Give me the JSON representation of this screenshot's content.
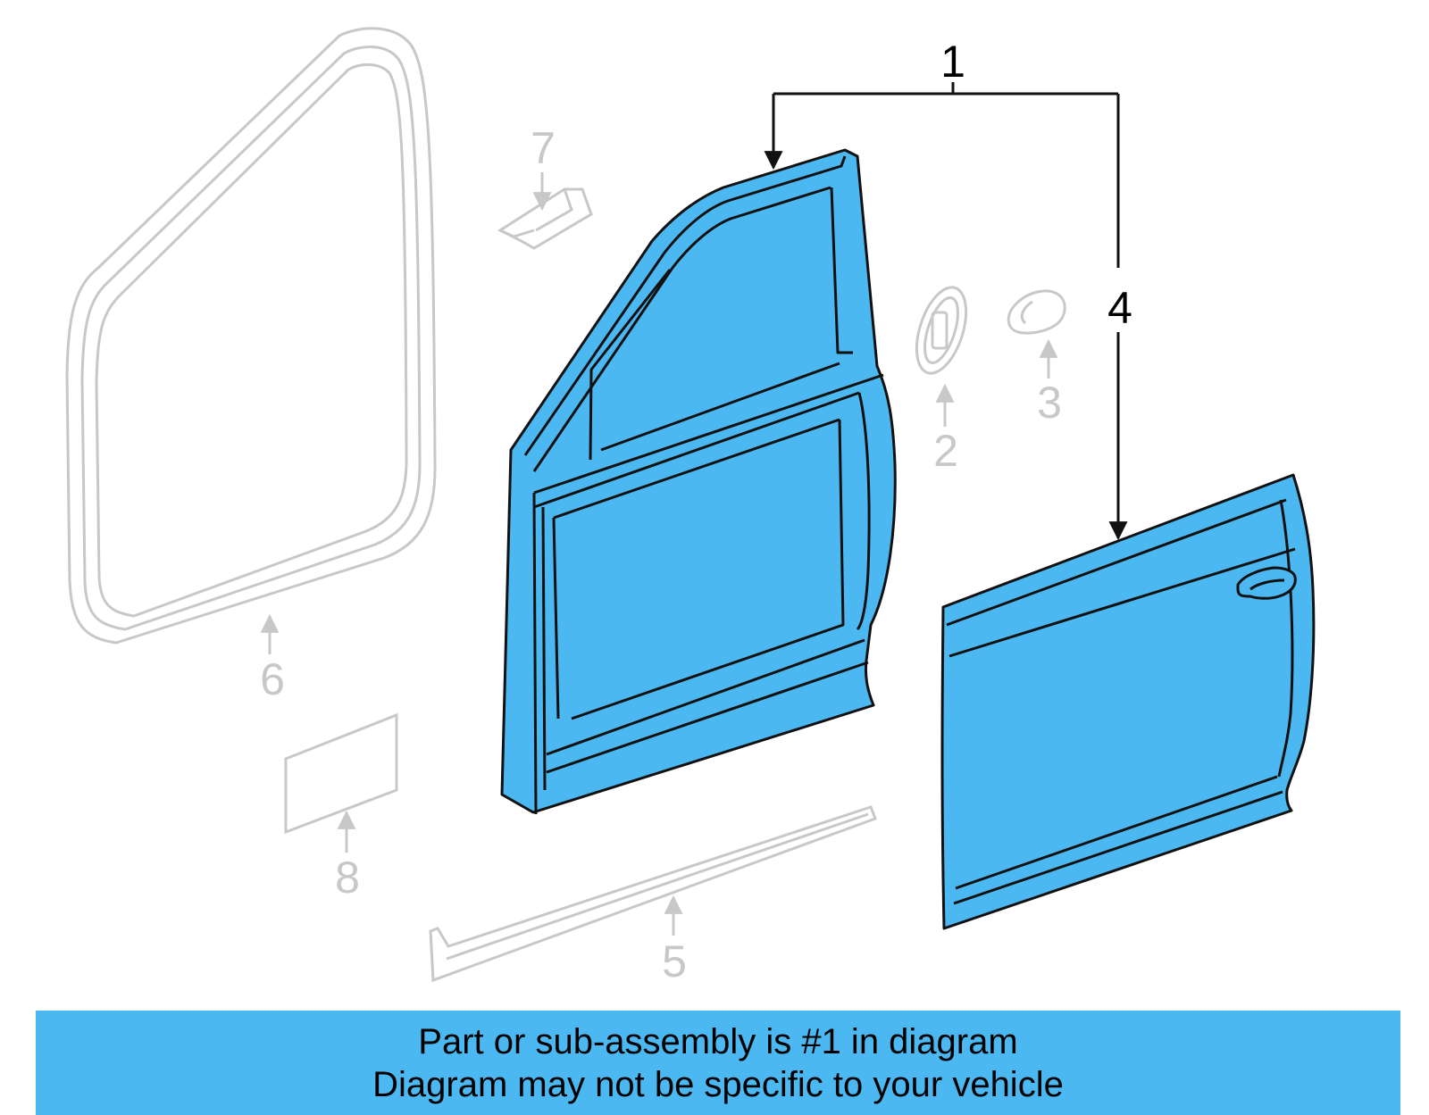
{
  "colors": {
    "highlight_fill": "#4cb8f2",
    "outline_active": "#111111",
    "outline_muted": "#c8c8c8",
    "banner_bg": "#4cb8f2"
  },
  "callouts": [
    {
      "id": "1",
      "label": "1"
    },
    {
      "id": "2",
      "label": "2"
    },
    {
      "id": "3",
      "label": "3"
    },
    {
      "id": "4",
      "label": "4"
    },
    {
      "id": "5",
      "label": "5"
    },
    {
      "id": "6",
      "label": "6"
    },
    {
      "id": "7",
      "label": "7"
    },
    {
      "id": "8",
      "label": "8"
    }
  ],
  "banner": {
    "line1": "Part or sub-assembly is #1 in diagram",
    "line2": "Diagram may not be specific to your vehicle"
  }
}
